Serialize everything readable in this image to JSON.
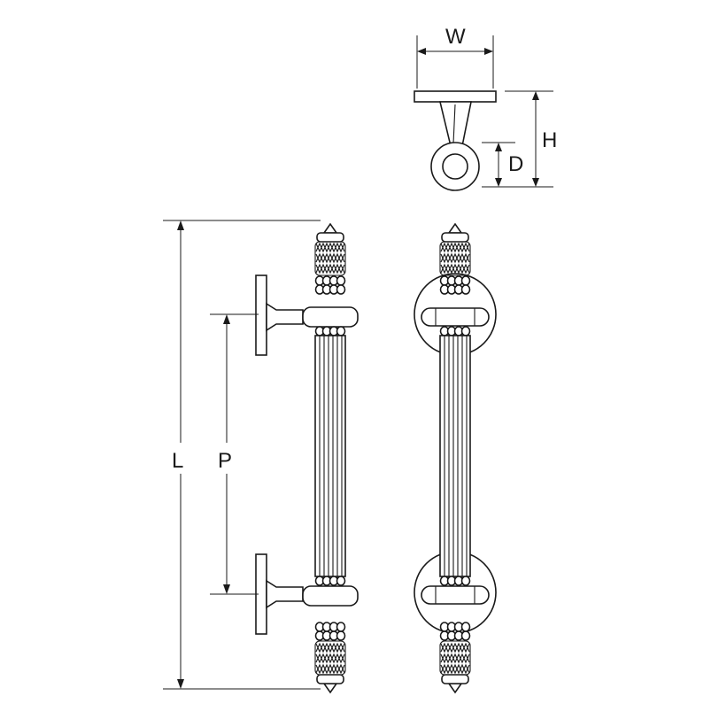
{
  "labels": {
    "width": "W",
    "height": "H",
    "diameter": "D",
    "length": "L",
    "pitch": "P"
  }
}
